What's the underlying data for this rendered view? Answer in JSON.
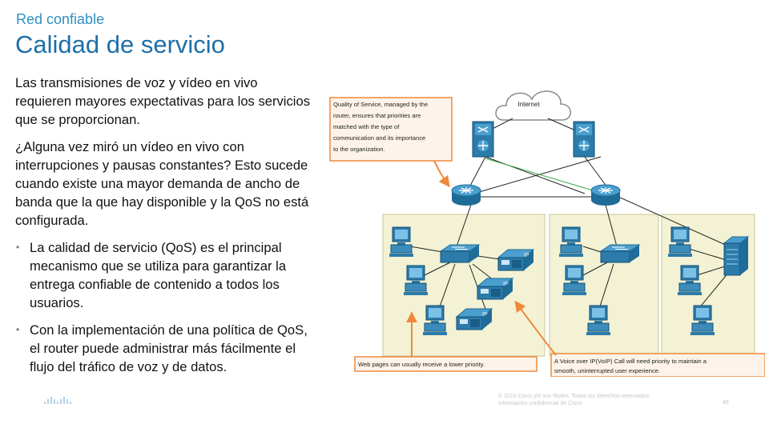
{
  "header": {
    "subtitle": "Red confiable",
    "title": "Calidad de servicio"
  },
  "body": {
    "paragraphs": [
      "Las transmisiones de voz y vídeo en vivo requieren mayores expectativas para los servicios que se proporcionan.",
      "¿Alguna vez miró un vídeo en vivo con interrupciones y pausas constantes? Esto sucede cuando existe una mayor demanda de ancho de banda que la que hay disponible y la QoS no está configurada."
    ],
    "bullets": [
      "La calidad de servicio (QoS) es el principal mecanismo que se utiliza para garantizar la entrega confiable de contenido a todos los usuarios.",
      "Con la implementación de una política de QoS, el router puede administrar más fácilmente el flujo del tráfico de voz y de datos."
    ]
  },
  "diagram": {
    "cloud_label": "Internet",
    "qos_callout": [
      "Quality of Service, managed by the",
      "router, ensures that priorities are",
      "matched with the type of",
      "communication and its importance",
      "to the organization."
    ],
    "web_callout": "Web pages can usually receive a lower priority.",
    "voip_callout": [
      "A Voice over IP(VoIP) Call will need priority to maintain a",
      "smooth, uninterrupted user experience."
    ],
    "phone_label": "IP"
  },
  "footer": {
    "copyright": "© 2016 Cisco y/o sus filiales. Todos los derechos reservados.",
    "confidential": "Información confidencial de Cisco",
    "page_number": "46"
  },
  "colors": {
    "title": "#1d6fa8",
    "accent": "#f0883a",
    "panel": "#f3f2d4",
    "device": "#2b7bab"
  }
}
